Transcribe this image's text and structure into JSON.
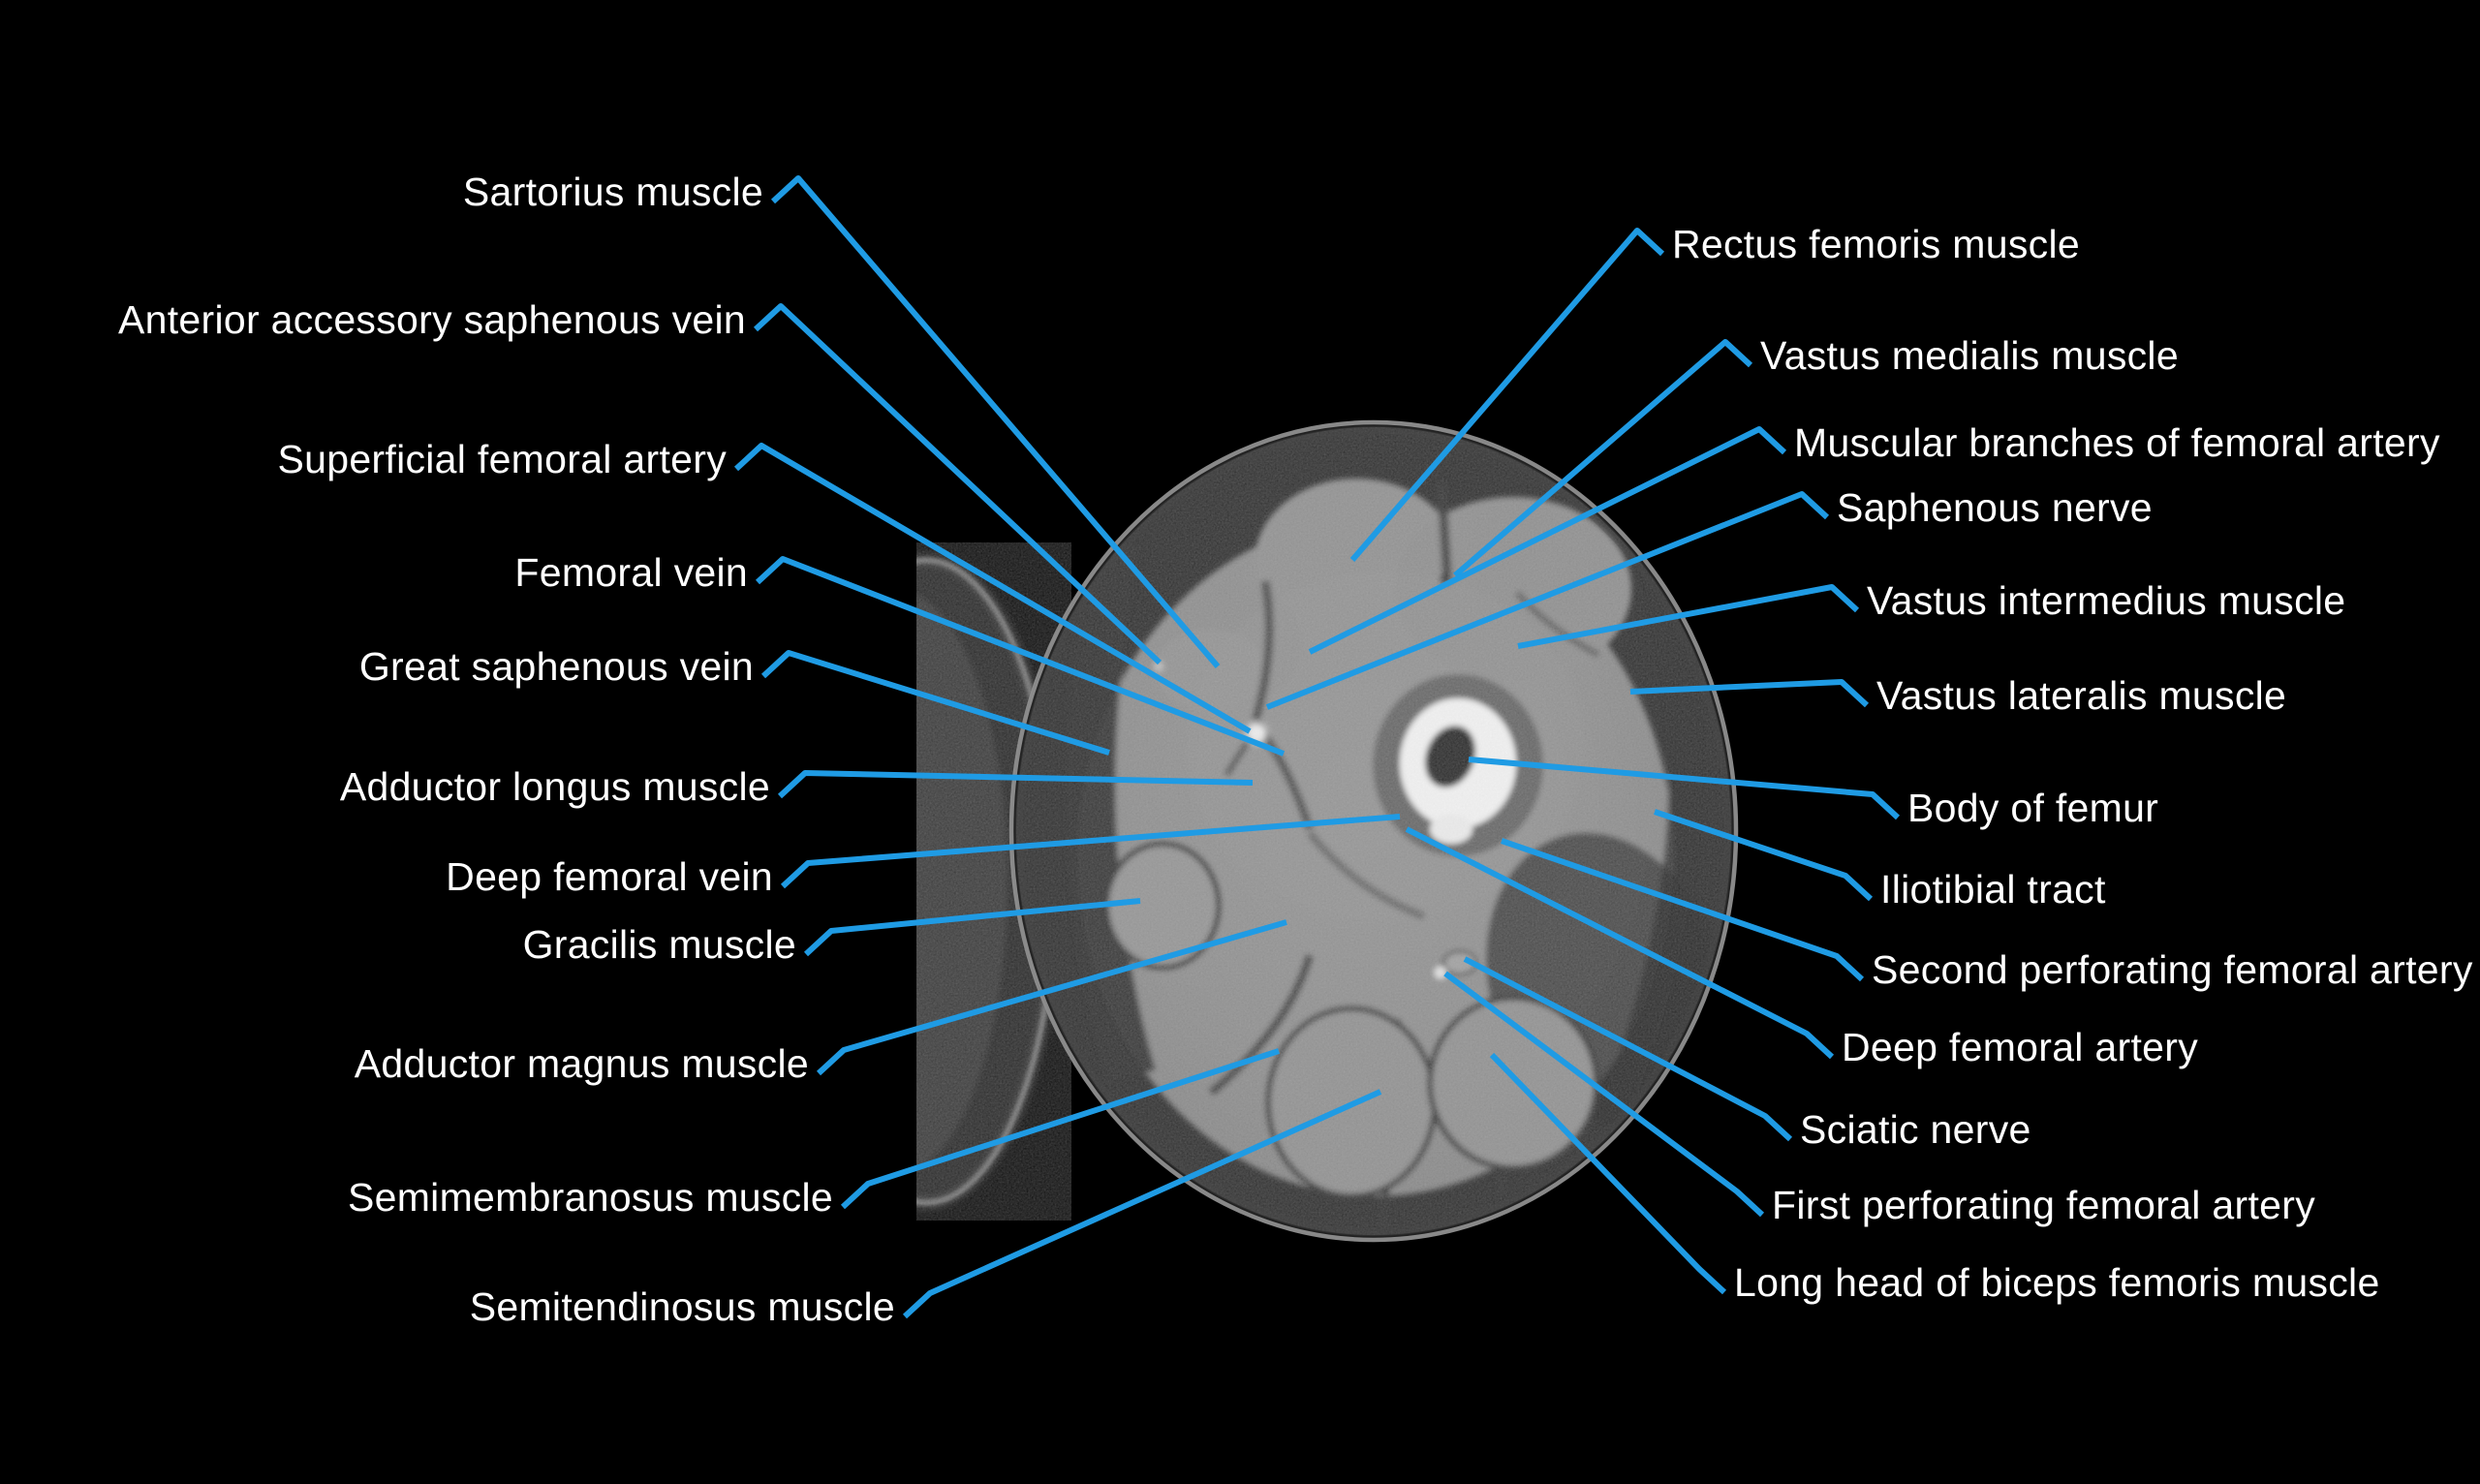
{
  "figure": {
    "background_color": "#000000",
    "leader_line_color": "#1F9BE4",
    "label_text_color": "#FFFFFF",
    "image_type": "axial CT cross-section of the thigh"
  },
  "labels": {
    "left": [
      {
        "text": "Sartorius muscle"
      },
      {
        "text": "Anterior accessory saphenous vein"
      },
      {
        "text": "Superficial femoral artery"
      },
      {
        "text": "Femoral vein"
      },
      {
        "text": "Great saphenous vein"
      },
      {
        "text": "Adductor longus muscle"
      },
      {
        "text": "Deep femoral vein"
      },
      {
        "text": "Gracilis muscle"
      },
      {
        "text": "Adductor magnus muscle"
      },
      {
        "text": "Semimembranosus muscle"
      },
      {
        "text": "Semitendinosus muscle"
      }
    ],
    "right": [
      {
        "text": "Rectus femoris muscle"
      },
      {
        "text": "Vastus medialis muscle"
      },
      {
        "text": "Muscular branches of femoral artery"
      },
      {
        "text": "Saphenous nerve"
      },
      {
        "text": "Vastus intermedius muscle"
      },
      {
        "text": "Vastus lateralis muscle"
      },
      {
        "text": "Body of femur"
      },
      {
        "text": "Iliotibial tract"
      },
      {
        "text": "Second perforating femoral artery"
      },
      {
        "text": "Deep femoral artery"
      },
      {
        "text": "Sciatic nerve"
      },
      {
        "text": "First perforating femoral artery"
      },
      {
        "text": "Long head of biceps femoris muscle"
      }
    ]
  }
}
